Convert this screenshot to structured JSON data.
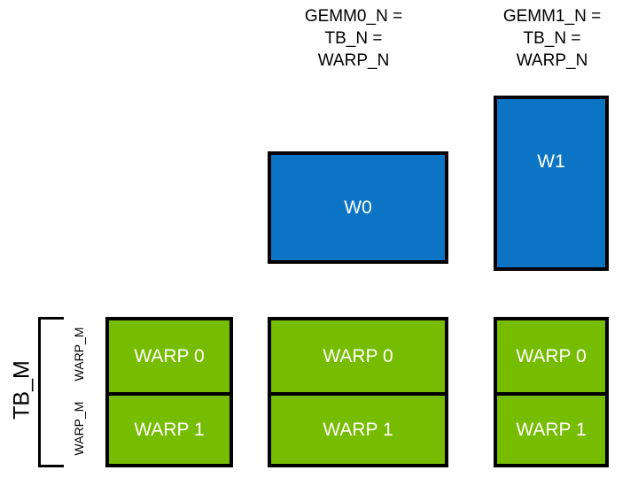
{
  "diagram": {
    "background_color": "#ffffff",
    "colors": {
      "warp_tile_blue": "#0c74c4",
      "warp_block_green": "#76bc00",
      "outline_black": "#000000",
      "label_white": "#ffffff"
    },
    "column_captions": [
      {
        "id": "gemm0",
        "lines": [
          "GEMM0_N =",
          "TB_N =",
          "WARP_N"
        ]
      },
      {
        "id": "gemm1",
        "lines": [
          "GEMM1_N =",
          "TB_N =",
          "WARP_N"
        ]
      }
    ],
    "blue_boxes": [
      {
        "id": "w0",
        "label": "W0"
      },
      {
        "id": "w1",
        "label": "W1"
      }
    ],
    "green_stacks": [
      {
        "id": "stack-0",
        "cells": [
          {
            "label": "WARP 0"
          },
          {
            "label": "WARP 1"
          }
        ]
      },
      {
        "id": "stack-1",
        "cells": [
          {
            "label": "WARP 0"
          },
          {
            "label": "WARP 1"
          }
        ]
      },
      {
        "id": "stack-2",
        "cells": [
          {
            "label": "WARP 0"
          },
          {
            "label": "WARP 1"
          }
        ]
      }
    ],
    "axis_labels": {
      "tb_m": "TB_M",
      "warp_m_upper": "WARP_M",
      "warp_m_lower": "WARP_M"
    }
  }
}
